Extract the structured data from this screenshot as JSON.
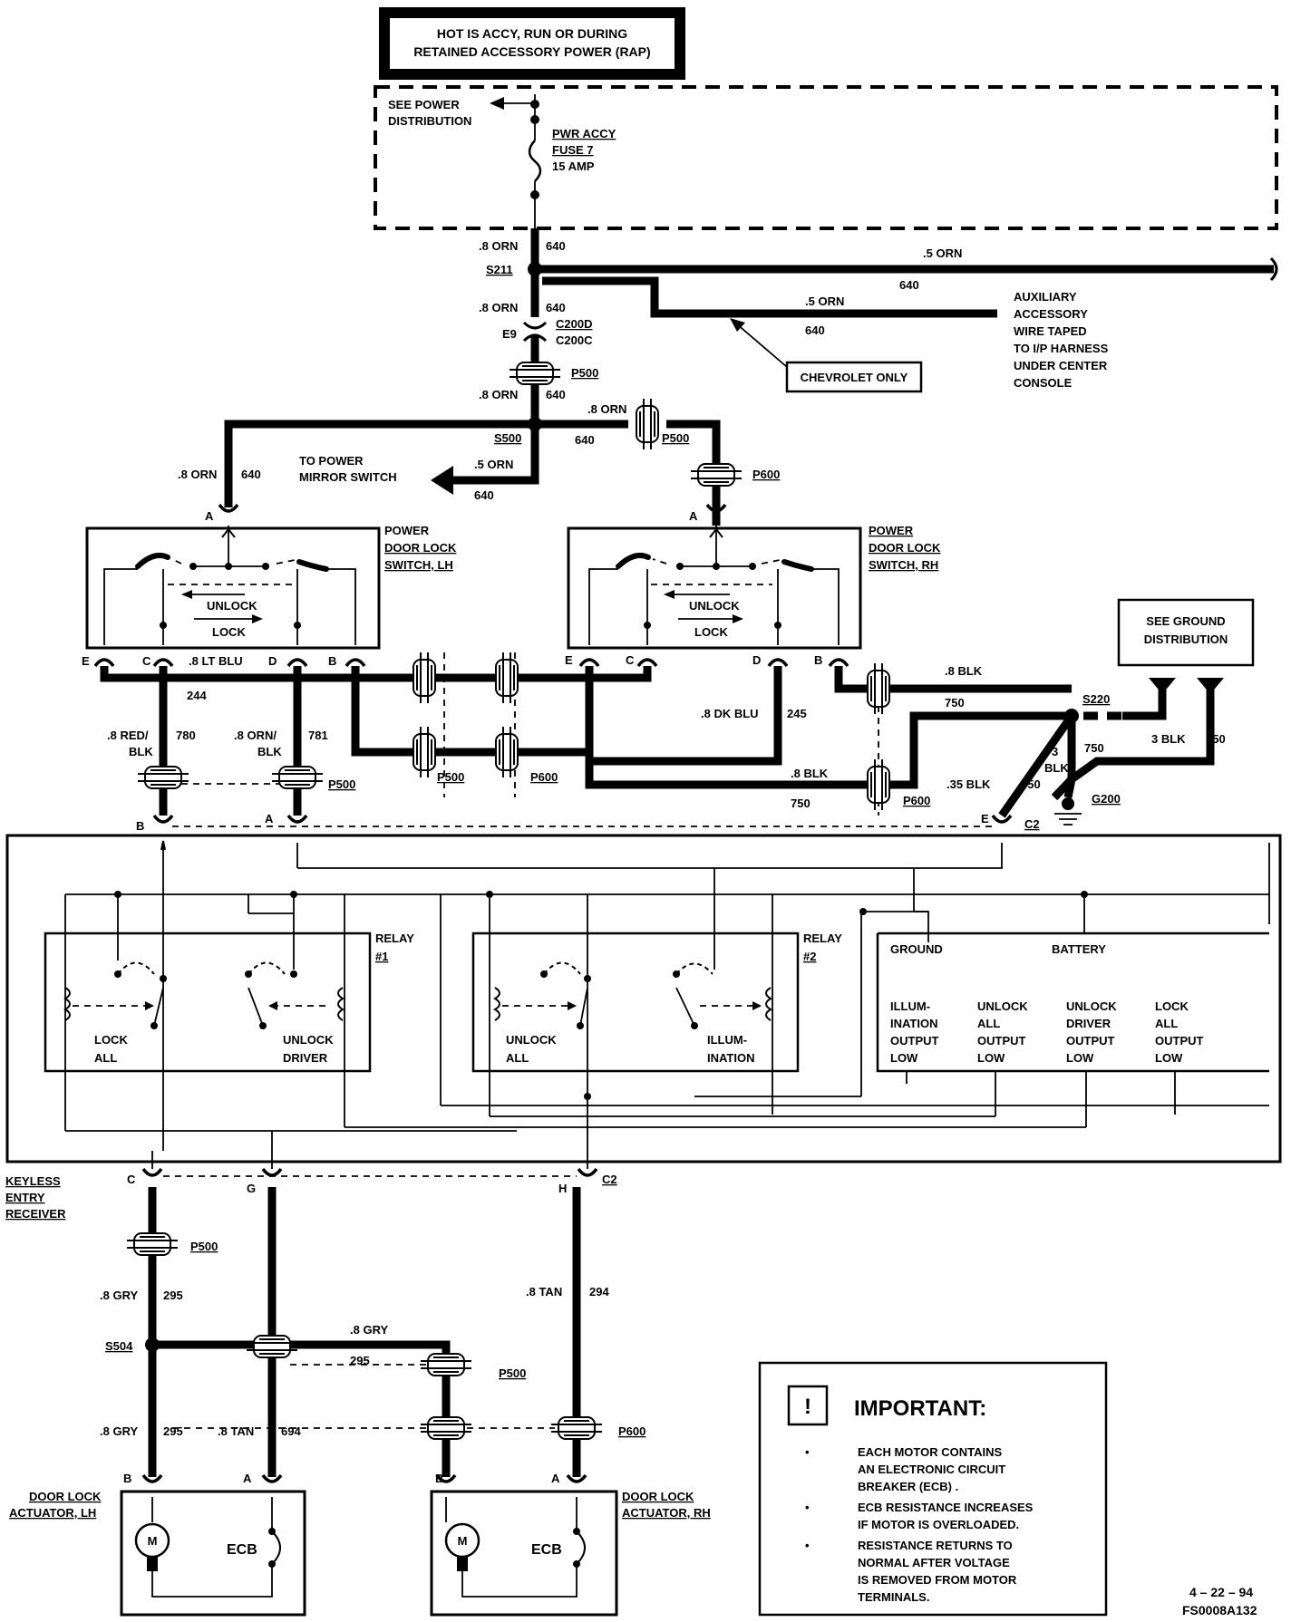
{
  "header": {
    "line1": "HOT IS ACCY, RUN OR DURING",
    "line2": "RETAINED ACCESSORY POWER (RAP)"
  },
  "power": {
    "see_power_1": "SEE POWER",
    "see_power_2": "DISTRIBUTION",
    "fuse_1": "PWR ACCY",
    "fuse_2": "FUSE 7",
    "fuse_3": "15 AMP"
  },
  "wires": {
    "w_8orn": ".8 ORN",
    "w_5orn": ".5 ORN",
    "c640": "640",
    "w_8ltblu": ".8 LT BLU",
    "c244": "244",
    "w_8redblk_1": ".8 RED/",
    "w_blk": "BLK",
    "c780": "780",
    "w_8ornblk_1": ".8 ORN/",
    "c781": "781",
    "w_8dkblu": ".8 DK BLU",
    "c245": "245",
    "w_8blk": ".8 BLK",
    "c750": "750",
    "w_35blk": ".35 BLK",
    "w_3": "3",
    "w_3blk": "3 BLK",
    "c650": "650",
    "w_8gry": ".8 GRY",
    "c295": "295",
    "w_8tan": ".8 TAN",
    "c294": "294",
    "c694": "694"
  },
  "splices": {
    "s211": "S211",
    "s500": "S500",
    "s220": "S220",
    "s504": "S504",
    "e9": "E9",
    "c200d": "C200D",
    "c200c": "C200C",
    "p500": "P500",
    "p600": "P600",
    "g200": "G200",
    "c2": "C2"
  },
  "aux": {
    "line1": "AUXILIARY",
    "line2": "ACCESSORY",
    "line3": "WIRE  TAPED",
    "line4": "TO  I/P  HARNESS",
    "line5": "UNDER  CENTER",
    "line6": "CONSOLE",
    "chevrolet": "CHEVROLET  ONLY"
  },
  "mirror": {
    "line1": "TO POWER",
    "line2": "MIRROR SWITCH"
  },
  "switch_lh": {
    "line1": "POWER",
    "line2": "DOOR LOCK",
    "line3": "SWITCH, LH"
  },
  "switch_rh": {
    "line1": "POWER",
    "line2": "DOOR LOCK",
    "line3": "SWITCH, RH"
  },
  "switch_text": {
    "unlock": "UNLOCK",
    "lock": "LOCK"
  },
  "ground": {
    "line1": "SEE GROUND",
    "line2": "DISTRIBUTION"
  },
  "pins": {
    "a": "A",
    "b": "B",
    "c": "C",
    "d": "D",
    "e": "E",
    "g": "G",
    "h": "H"
  },
  "receiver": {
    "line1": "KEYLESS",
    "line2": "ENTRY",
    "line3": "RECEIVER",
    "relay": "RELAY",
    "relay1": "#1",
    "relay2": "#2",
    "lock_all_1": "LOCK",
    "lock_all_2": "ALL",
    "unlock_driver_1": "UNLOCK",
    "unlock_driver_2": "DRIVER",
    "unlock_all_1": "UNLOCK",
    "unlock_all_2": "ALL",
    "illum_1": "ILLUM-",
    "illum_2": "INATION",
    "ground": "GROUND",
    "battery": "BATTERY",
    "out1": [
      "ILLUM-",
      "INATION",
      "OUTPUT",
      "LOW"
    ],
    "out2": [
      "UNLOCK",
      "ALL",
      "OUTPUT",
      "LOW"
    ],
    "out3": [
      "UNLOCK",
      "DRIVER",
      "OUTPUT",
      "LOW"
    ],
    "out4": [
      "LOCK",
      "ALL",
      "OUTPUT",
      "LOW"
    ]
  },
  "actuator_lh": {
    "line1": "DOOR LOCK",
    "line2": "ACTUATOR, LH"
  },
  "actuator_rh": {
    "line1": "DOOR LOCK",
    "line2": "ACTUATOR, RH"
  },
  "actuator": {
    "motor": "M",
    "ecb": "ECB"
  },
  "important": {
    "glyph": "!",
    "title": "IMPORTANT:",
    "bullet1": [
      "EACH MOTOR CONTAINS",
      "AN ELECTRONIC CIRCUIT",
      "BREAKER (ECB) ."
    ],
    "bullet2": [
      "ECB RESISTANCE INCREASES",
      "IF MOTOR IS OVERLOADED."
    ],
    "bullet3": [
      "RESISTANCE RETURNS TO",
      "NORMAL AFTER VOLTAGE",
      "IS REMOVED FROM MOTOR",
      "TERMINALS."
    ]
  },
  "footer": {
    "date": "4 – 22 – 94",
    "code": "FS0008A132"
  }
}
